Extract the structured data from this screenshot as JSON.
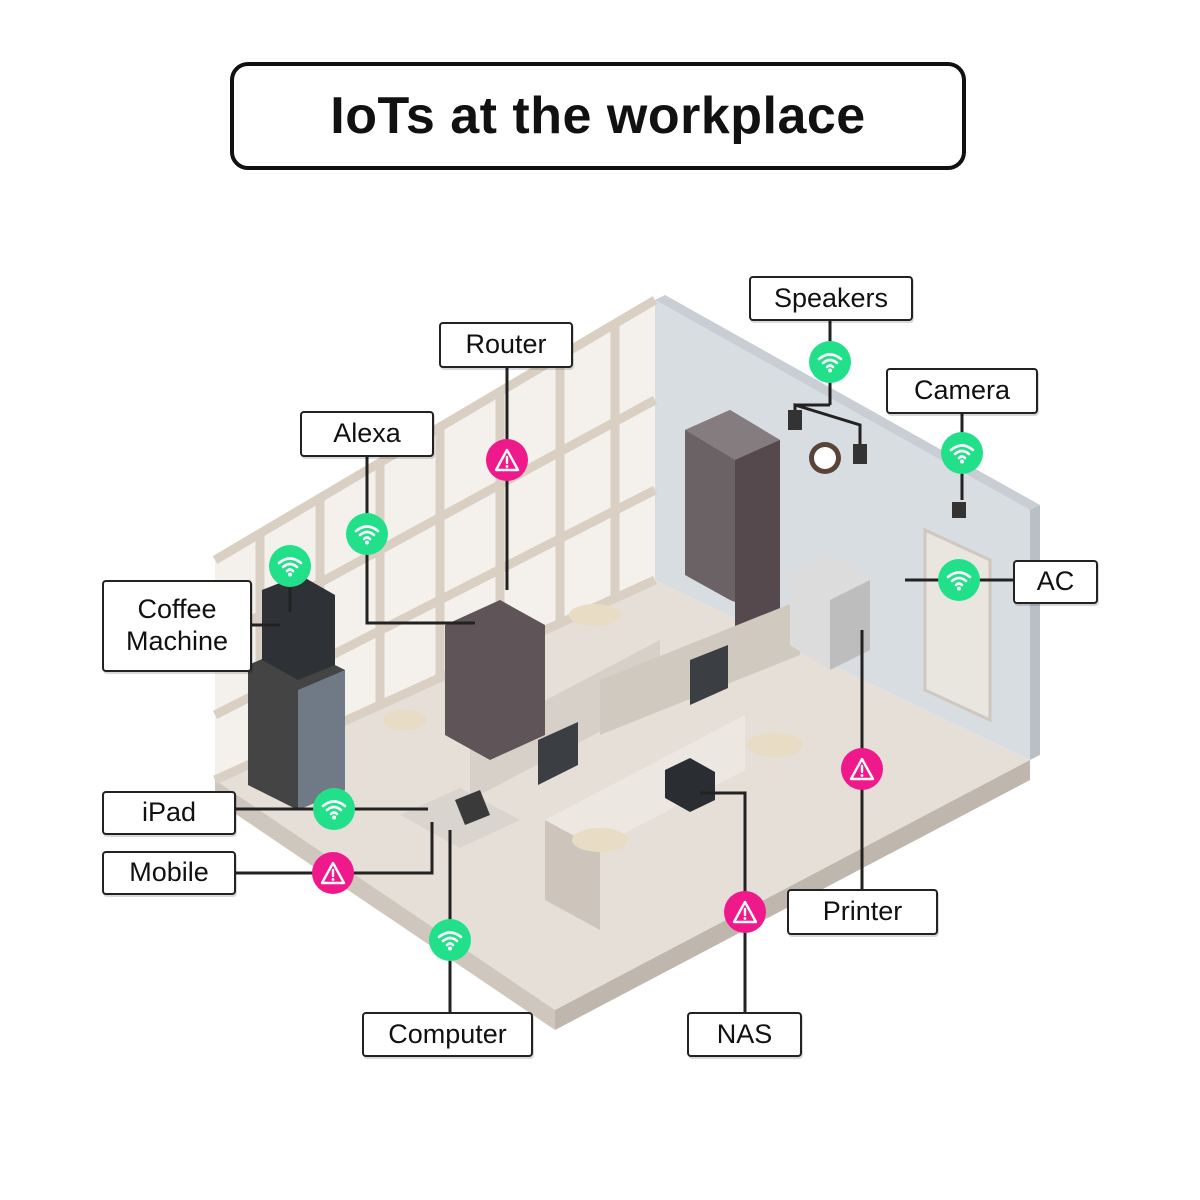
{
  "title": "IoTs at the workplace",
  "colors": {
    "connected": "#22e08a",
    "vulnerable": "#f0198c",
    "line": "#222222",
    "floor": "#e4ddd6",
    "wall": "#d9dde0"
  },
  "labels": {
    "speakers": "Speakers",
    "router": "Router",
    "camera": "Camera",
    "alexa": "Alexa",
    "coffee": "Coffee\nMachine",
    "ac": "AC",
    "ipad": "iPad",
    "mobile": "Mobile",
    "printer": "Printer",
    "computer": "Computer",
    "nas": "NAS"
  },
  "status": {
    "speakers": "wifi-icon",
    "router": "warning-icon",
    "camera": "wifi-icon",
    "alexa": "wifi-icon",
    "coffee": "wifi-icon",
    "ac": "wifi-icon",
    "ipad": "wifi-icon",
    "mobile": "warning-icon",
    "printer": "warning-icon",
    "computer": "wifi-icon",
    "nas": "warning-icon"
  }
}
